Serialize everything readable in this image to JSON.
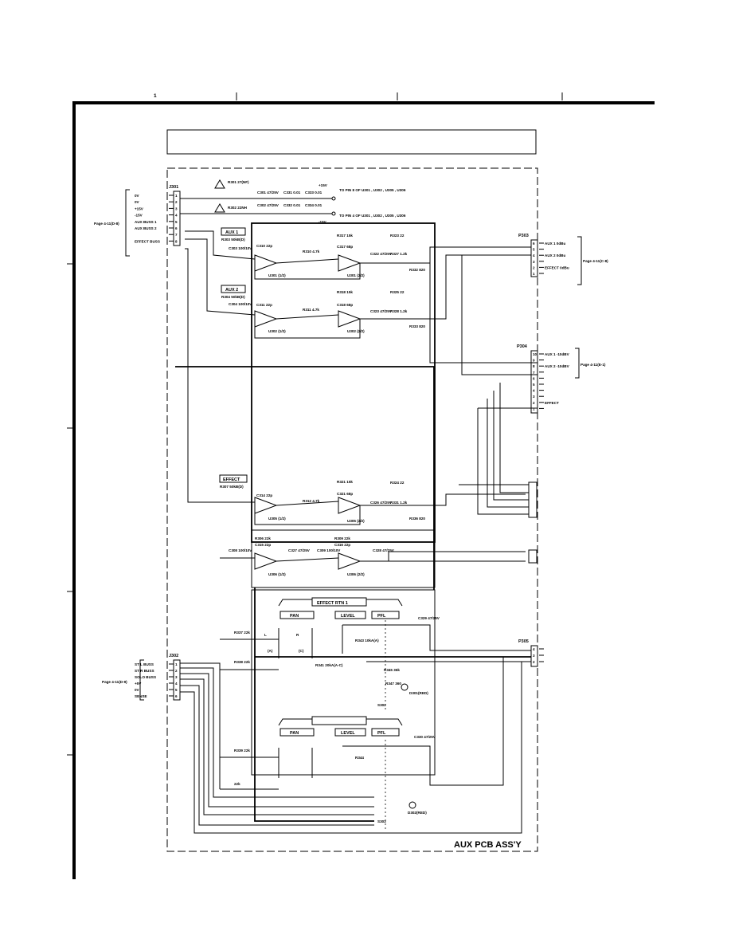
{
  "sheet": {
    "grid_column": "1",
    "title": "AUX PCB ASS'Y"
  },
  "connectors": {
    "j301": {
      "name": "J301",
      "pins": [
        "1",
        "2",
        "3",
        "4",
        "5",
        "6",
        "7",
        "8"
      ],
      "signals": [
        "0V",
        "0V",
        "+15V",
        "-15V",
        "AUX BUSS 1",
        "AUX BUSS 2",
        "",
        "EFFECT BUSS"
      ],
      "page_ref": "Page 4-11(D-8)"
    },
    "j302": {
      "name": "J302",
      "pins": [
        "1",
        "2",
        "3",
        "4",
        "5",
        "6"
      ],
      "signals": [
        "ST L BUSS",
        "ST R BUSS",
        "SOLO BUSS",
        "+5V",
        "0V",
        "SENSE"
      ],
      "page_ref": "Page 4-11(D-9)"
    },
    "p303": {
      "name": "P303",
      "pins": [
        "6",
        "5",
        "4",
        "3",
        "2",
        "1"
      ],
      "signals": [
        "AUX 1 0dBu",
        "",
        "AUX 2 0dBu",
        "",
        "EFFECT 0dBu",
        ""
      ],
      "page_ref": "Page 4-11(C-8)"
    },
    "p304": {
      "name": "P304",
      "pins": [
        "10",
        "9",
        "8",
        "7",
        "6",
        "5",
        "4",
        "3",
        "2",
        "1"
      ],
      "signals": [
        "AUX 1 -10dBV",
        "",
        "AUX 2 -10dBV",
        "",
        "",
        "",
        "",
        "",
        "EFFECT",
        ""
      ],
      "page_ref": "Page 4-11(E-1)"
    },
    "p305": {
      "name": "P305",
      "pins": [
        "4",
        "3",
        "2"
      ]
    }
  },
  "supply": {
    "plus_rail": "+15V",
    "minus_rail": "-15V",
    "plus_note": "TO PIN 8 OF U301 , U302 , U305 , U306",
    "minus_note": "TO PIN 4 OF U301 , U302 , U305 , U306",
    "r301": "R301 27(NF)",
    "r302": "R302 22NH",
    "caps": [
      "C301 47/25V",
      "C331 0.01",
      "C333 0.01",
      "C302 47/25V",
      "C332 0.01",
      "C334 0.01"
    ]
  },
  "controls": {
    "aux1": {
      "label": "AUX 1",
      "part": "R303 50kB(D)"
    },
    "aux2": {
      "label": "AUX 2",
      "part": "R304 50kB(D)"
    },
    "effect": {
      "label": "EFFECT",
      "part": "R307 50kB(D)"
    },
    "effect_rtn": {
      "label": "EFFECT RTN 1"
    },
    "pan1": "PAN",
    "level1": "LEVEL",
    "pfl1": "PFL",
    "pan2": "PAN",
    "level2": "LEVEL",
    "pfl2": "PFL"
  },
  "opamps": {
    "u301a": "U301 (1/2)",
    "u301b": "U301 (2/2)",
    "u302a": "U302 (1/2)",
    "u302b": "U302 (2/2)",
    "u305a": "U305 (1/2)",
    "u305b": "U305 (2/2)",
    "u306a": "U306 (1/2)",
    "u306b": "U306 (2/2)"
  },
  "parts": {
    "ch1": [
      "C303 100/10V",
      "C310 22p",
      "R310 4.7k",
      "R317 15k",
      "C317 68p",
      "R323 22",
      "C322 47/25V",
      "R327 1.2k",
      "R332 820"
    ],
    "ch2": [
      "C304 100/10V",
      "C311 22p",
      "R311 4.7k",
      "R318 15k",
      "C318 68p",
      "R325 22",
      "C323 47/25V",
      "R328 1.2k",
      "R333 820"
    ],
    "ch3": [
      "C314 22p",
      "R312 4.7k",
      "R321 15k",
      "C321 68p",
      "R324 22",
      "C326 47/25V",
      "R331 1.2k",
      "R336 820"
    ],
    "ch4": [
      "R306 22k",
      "C315 22p",
      "C308 100/10V",
      "C327 47/25V",
      "C309 100/10V",
      "R309 22k",
      "C316 22p",
      "C328 47/25V"
    ],
    "rtn1": [
      "R337 22k",
      "R338 22k",
      "R341 20kA(A-C)",
      "R343 10kA(A)",
      "R345 36k",
      "R347 360",
      "C329 47/25V",
      "D301(RED)",
      "S302"
    ],
    "rtn2": [
      "R339 22k",
      "22k",
      "R344",
      "C330 47/25V",
      "D302(RED)",
      "S303"
    ],
    "pan_marks": [
      "L",
      "R",
      "(A)",
      "(C)"
    ]
  }
}
